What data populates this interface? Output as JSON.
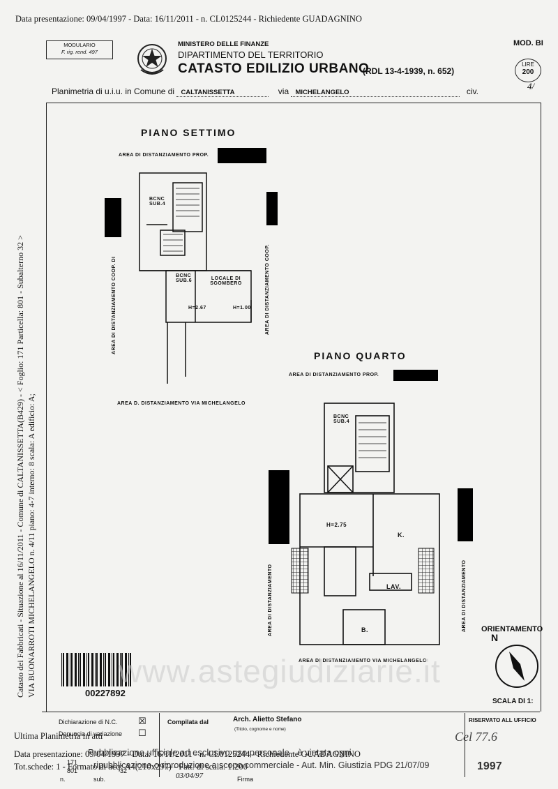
{
  "header": {
    "top_line": "Data presentazione: 09/04/1997 - Data: 16/11/2011 - n. CL0125244 - Richiedente GUADAGNINO",
    "modulario_line1": "MODULARIO",
    "modulario_line2": "F. rig. rend. 497",
    "ministry": "MINISTERO DELLE FINANZE",
    "department": "DIPARTIMENTO DEL TERRITORIO",
    "catasto": "CATASTO EDILIZIO URBANO",
    "rdl": "(RDL 13-4-1939, n. 652)",
    "mod": "MOD. BI",
    "lire_label": "LIRE",
    "lire_value": "200",
    "sheet_num": "4/",
    "plan_prefix": "Planimetria di u.i.u. in Comune di",
    "comune": "CALTANISSETTA",
    "via_label": "via",
    "via": "MICHELANGELO",
    "civ_label": "civ."
  },
  "piano_settimo": {
    "title": "PIANO SETTIMO",
    "top_label": "AREA DI DISTANZIAMENTO PROP.",
    "left_label": "AREA DI DISTANZIAMENTO COOP. DI",
    "right_label": "AREA DI DISTANZIAMENTO COOP.",
    "bottom_label": "AREA D. DISTANZIAMENTO VIA MICHELANGELO",
    "bcnc4": "BCNC SUB.4",
    "bcnc6": "BCNC SUB.6",
    "locale": "LOCALE DI SGOMBERO",
    "h1": "H=2.67",
    "h2": "H=1.00"
  },
  "piano_quarto": {
    "title": "PIANO QUARTO",
    "top_label": "AREA DI DISTANZIAMENTO PROP.",
    "left_label": "AREA DI DISTANZIAMENTO",
    "right_label": "AREA DI DISTANZIAMENTO",
    "bottom_label": "AREA DI DISTANZIAMENTO VIA MICHELANGELO",
    "bcnc4": "BCNC SUB.4",
    "h": "H=2.75",
    "k": "K.",
    "lav": "LAV.",
    "b": "B."
  },
  "side_text": {
    "line1": "Catasto dei Fabbricati - Situazione al 16/11/2011 - Comune di CALTANISSETTA(B429) - < Foglio: 171 Particella: 801 - Subalterno 32 >",
    "line2": "VIA BUONARROTI MICHELANGELO n. 4/11 piano: 4-7 interno: 8 scala: A edificio: A;"
  },
  "barcode_number": "00227892",
  "orientamento": "ORIENTAMENTO",
  "north": "N",
  "scala": "SCALA DI 1:",
  "footer": {
    "dichiarazione": "Dichiarazione di N.C.",
    "variazione": "Denuncia di variazione",
    "compilata": "Compilata dal",
    "arch": "Arch. Alietto Stefano",
    "titolo": "(Titolo, cognome e nome)",
    "riservato": "RISERVATO ALL UFFICIO",
    "n171": "171",
    "n801": "801",
    "n32": "32",
    "n_label": "n.",
    "sub_label": "sub.",
    "date": "03/04/97",
    "firma": "Firma"
  },
  "ultima": "Ultima Planimetria in atti",
  "bottom_left1": "Data presentazione: 09/04/1997 - Data: 16/11/2011 - n. CL0125244 - Richiedente GUADAGNINO",
  "bottom_left2": "Tot.schede: 1 - Formato di acq: A4(210x297) - Fatt. di scala: 1:200",
  "watermark": "www.astegiudiziarie.it",
  "wm_notice1": "Pubblicazione ufficiale ad esclusivo uso personale - è vietata ogni",
  "wm_notice2": "ripubblicazione o riproduzione a scopo commerciale - Aut. Min. Giustizia PDG 21/07/09",
  "stamp": "Cel 77.6",
  "stamp2": "1997"
}
